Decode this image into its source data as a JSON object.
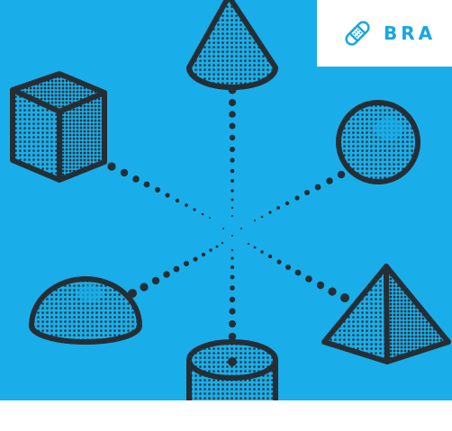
{
  "brand": {
    "text": "BRA",
    "icon": "bandage-icon",
    "color": "#17a7e0"
  },
  "colors": {
    "background": "#19aee9",
    "outline": "#262e35",
    "dots": "#262e35",
    "footer": "#ffffff"
  },
  "shapes": [
    "cone",
    "cube",
    "sphere",
    "hemisphere",
    "pyramid",
    "cylinder"
  ]
}
